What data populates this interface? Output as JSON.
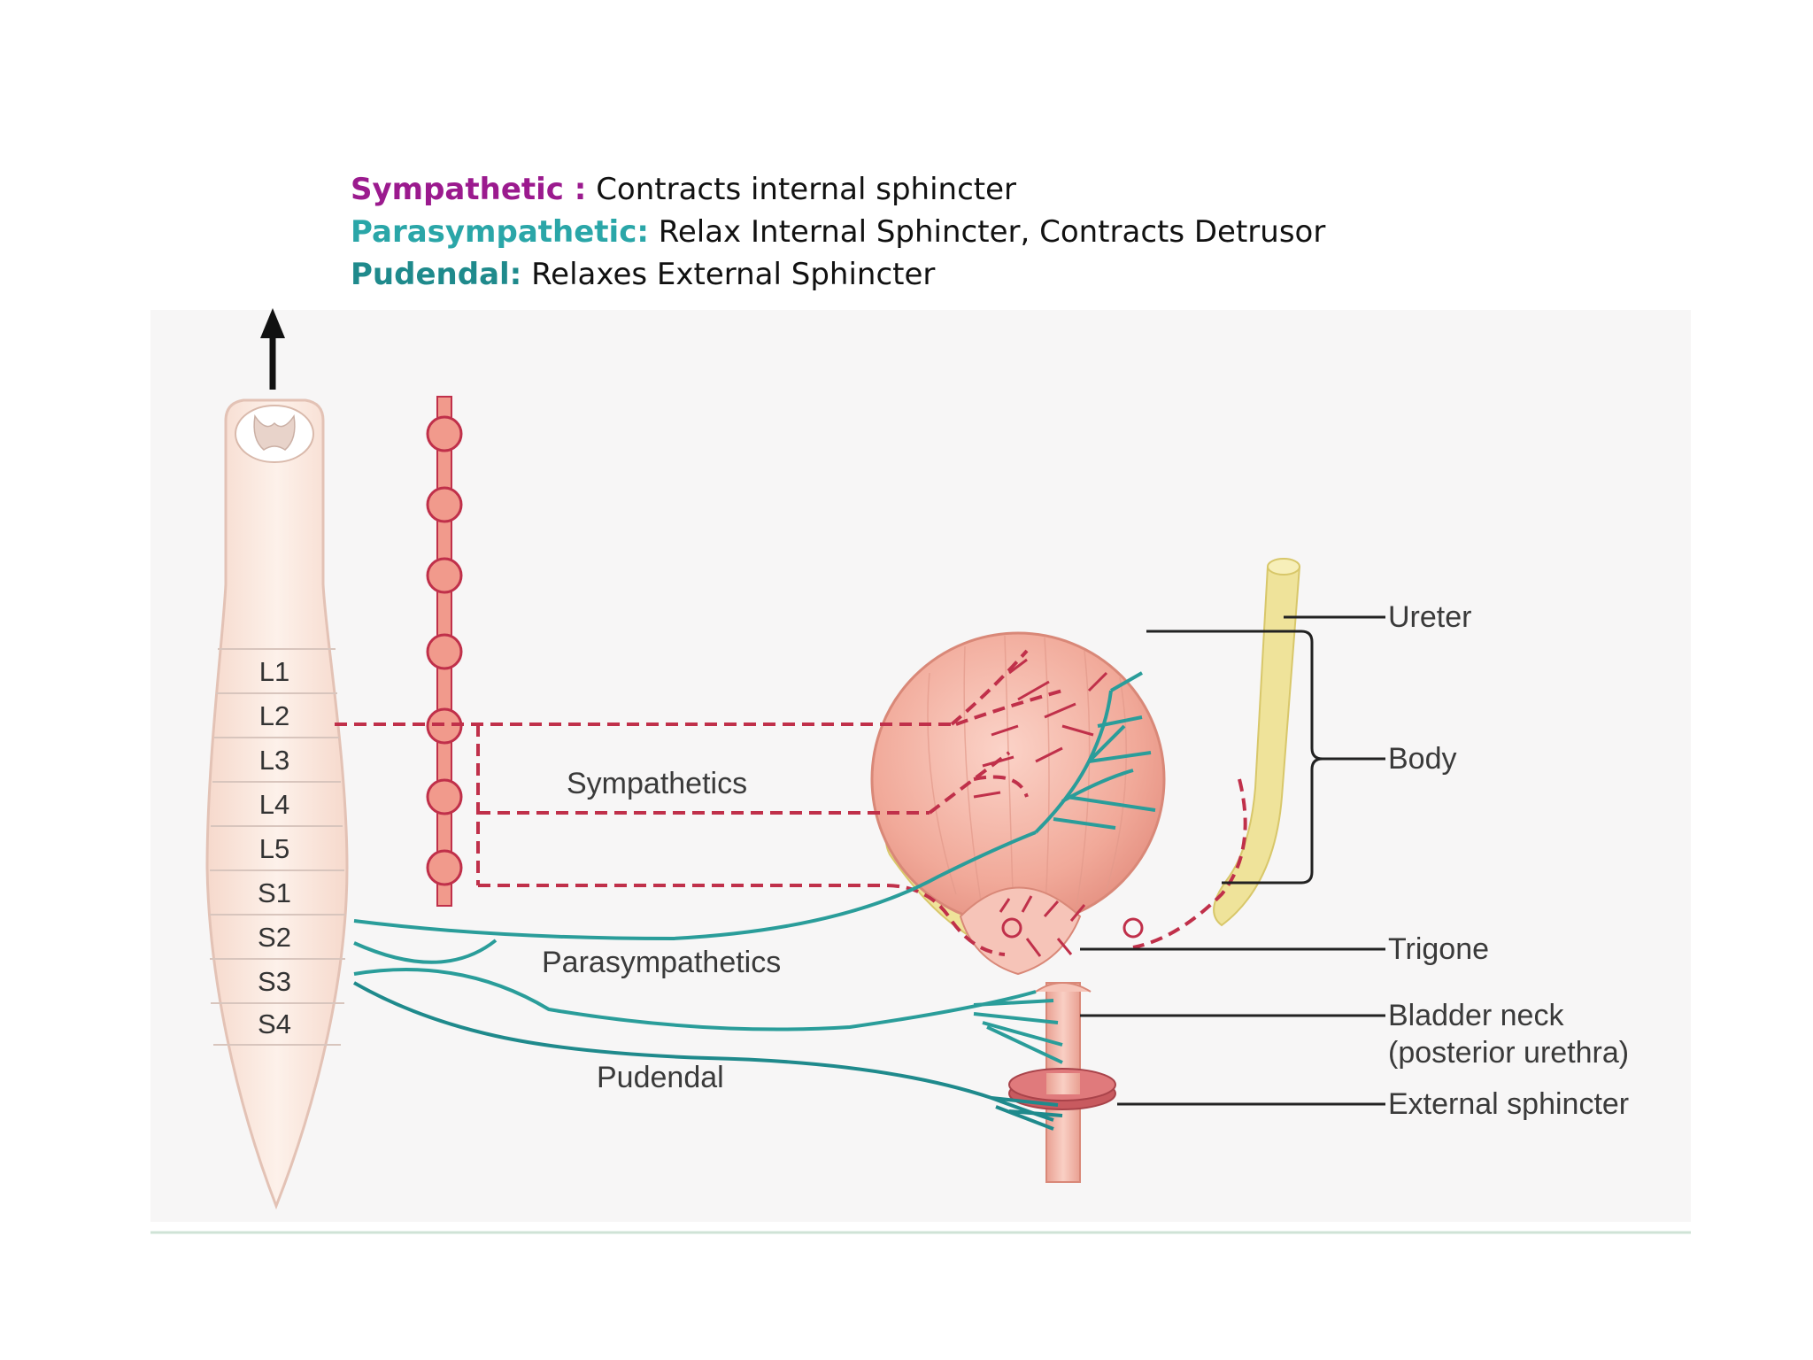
{
  "legend": {
    "sympathetic_key": "Sympathetic :",
    "sympathetic_text": "Contracts internal sphincter",
    "parasympathetic_key": "Parasympathetic:",
    "parasympathetic_text": "Relax Internal Sphincter, Contracts Detrusor",
    "pudendal_key": "Pudendal:",
    "pudendal_text": "Relaxes External Sphincter"
  },
  "segments": [
    "L1",
    "L2",
    "L3",
    "L4",
    "L5",
    "S1",
    "S2",
    "S3",
    "S4"
  ],
  "labels": {
    "sympathetics": "Sympathetics",
    "parasympathetics": "Parasympathetics",
    "pudendal": "Pudendal",
    "ureter": "Ureter",
    "body": "Body",
    "trigone": "Trigone",
    "bladder_neck_1": "Bladder neck",
    "bladder_neck_2": "(posterior urethra)",
    "external_sphincter": "External sphincter"
  },
  "colors": {
    "sympathetic": "#9b1a8e",
    "parasympathetic": "#2aa6a8",
    "pudendal": "#1f8a8c",
    "nerve_red": "#c0304a",
    "nerve_teal": "#2a9d9a",
    "cord_fill": "#fbe9df",
    "bladder_fill": "#f4b3a6",
    "ureter_fill": "#efe39a"
  },
  "icons": [
    "up-arrow-icon"
  ]
}
